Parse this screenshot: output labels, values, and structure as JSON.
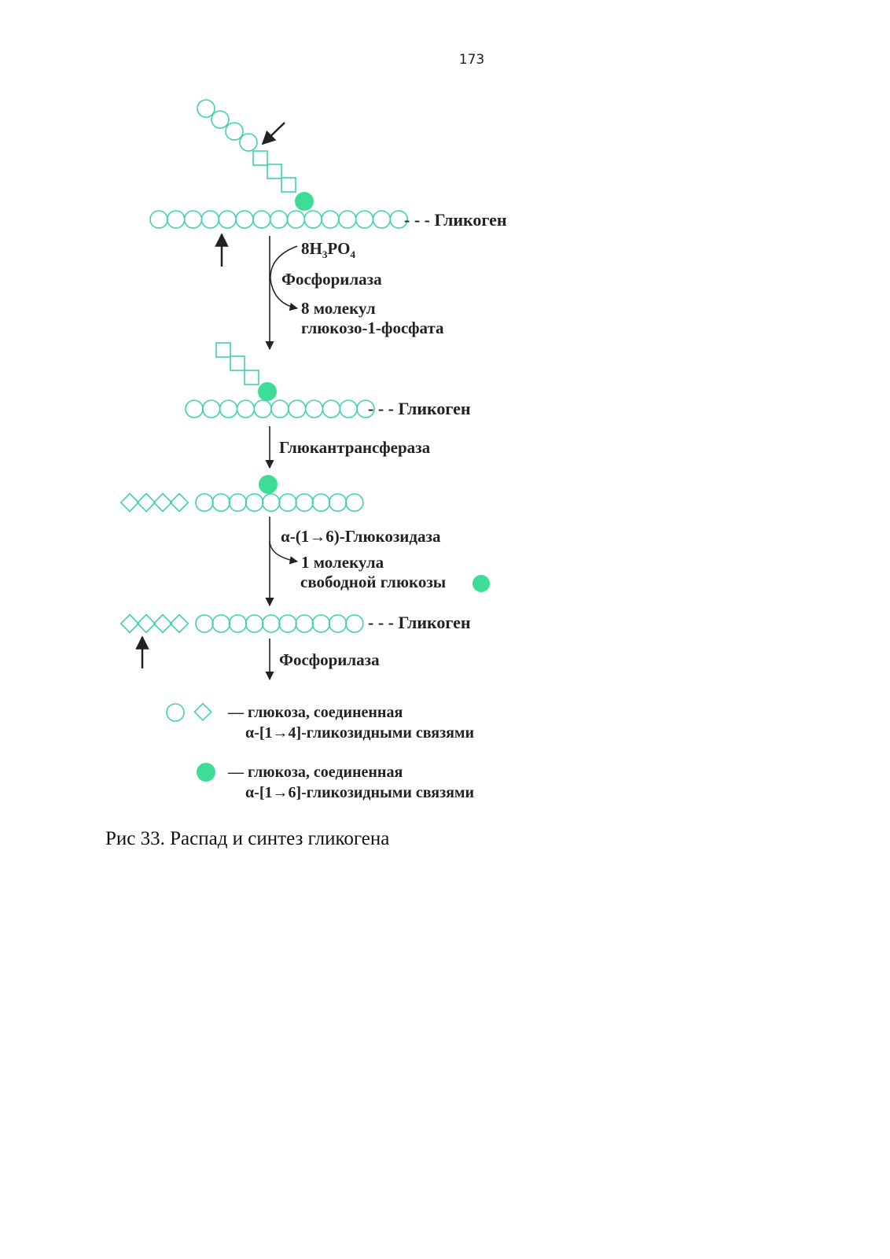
{
  "page_number": "173",
  "caption": "Рис 33. Распад и синтез гликогена",
  "colors": {
    "unit_stroke": "#3fd1b0",
    "branch_point": "#3ddc97",
    "text": "#222222"
  },
  "stages": {
    "s1": {
      "chain_label": "- - - Гликоген"
    },
    "s2": {
      "chain_label": "- - - Гликоген"
    },
    "s4": {
      "chain_label": "- - - Гликоген"
    }
  },
  "reactions": {
    "r1": {
      "reagent": "8H",
      "reagent_sub1": "3",
      "reagent_mid": "PO",
      "reagent_sub2": "4",
      "enzyme": "Фосфорилаза",
      "product_line1": "8 молекул",
      "product_line2": "глюкозо-1-фосфата"
    },
    "r2": {
      "enzyme": "Глюкантрансфераза"
    },
    "r3": {
      "enzyme": "α-(1→6)-Глюкозидаза",
      "product_line1": "1 молекула",
      "product_line2": "свободной глюкозы"
    },
    "r4": {
      "enzyme": "Фосфорилаза"
    }
  },
  "legend": {
    "item1_line1": "— глюкоза, соединенная",
    "item1_line2": "α-[1→4]-гликозидными связями",
    "item2_line1": "— глюкоза, соединенная",
    "item2_line2": "α-[1→6]-гликозидными связями"
  }
}
